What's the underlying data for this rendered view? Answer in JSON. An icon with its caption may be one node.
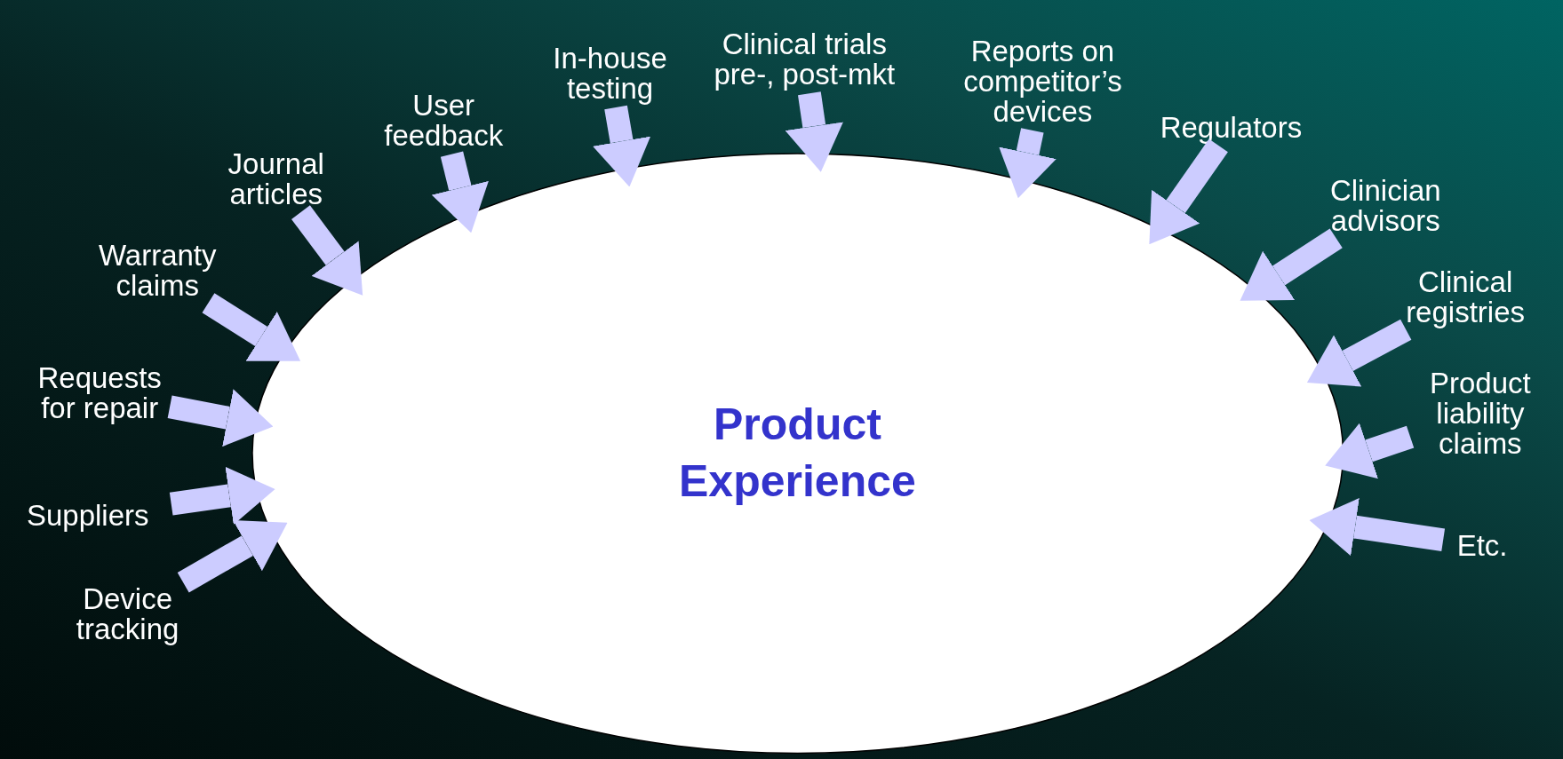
{
  "diagram": {
    "nodes": [
      {
        "text": [
          "Product Experience"
        ]
      },
      {
        "text": [
          "Warranty claims"
        ]
      },
      {
        "text": [
          "Requests for repair"
        ]
      },
      {
        "text": [
          "Suppliers"
        ]
      },
      {
        "text": [
          "Device tracking"
        ]
      },
      {
        "text": [
          "Journal articles"
        ]
      },
      {
        "text": [
          "User feedback"
        ]
      },
      {
        "text": [
          "In-house testing"
        ]
      },
      {
        "text": [
          "Clinical trials pre-, post-mkt"
        ]
      },
      {
        "text": [
          "Reports on competitor’s devices"
        ]
      },
      {
        "text": [
          "Regulators"
        ]
      },
      {
        "text": [
          "Clinician advisors"
        ]
      },
      {
        "text": [
          "Clinical registries"
        ]
      },
      {
        "text": [
          "Product liability claims"
        ]
      },
      {
        "text": [
          "Etc."
        ]
      }
    ],
    "edges": [
      {
        "from": 1,
        "to": 0,
        "arrow": "to"
      },
      {
        "from": 2,
        "to": 0,
        "arrow": "to"
      },
      {
        "from": 3,
        "to": 0,
        "arrow": "to"
      },
      {
        "from": 4,
        "to": 0,
        "arrow": "to"
      },
      {
        "from": 5,
        "to": 0,
        "arrow": "to"
      },
      {
        "from": 6,
        "to": 0,
        "arrow": "to"
      },
      {
        "from": 7,
        "to": 0,
        "arrow": "to"
      },
      {
        "from": 8,
        "to": 0,
        "arrow": "to"
      },
      {
        "from": 9,
        "to": 0,
        "arrow": "to"
      },
      {
        "from": 10,
        "to": 0,
        "arrow": "to"
      },
      {
        "from": 11,
        "to": 0,
        "arrow": "to"
      },
      {
        "from": 12,
        "to": 0,
        "arrow": "to"
      },
      {
        "from": 13,
        "to": 0,
        "arrow": "to"
      },
      {
        "from": 14,
        "to": 0,
        "arrow": "to"
      }
    ]
  }
}
